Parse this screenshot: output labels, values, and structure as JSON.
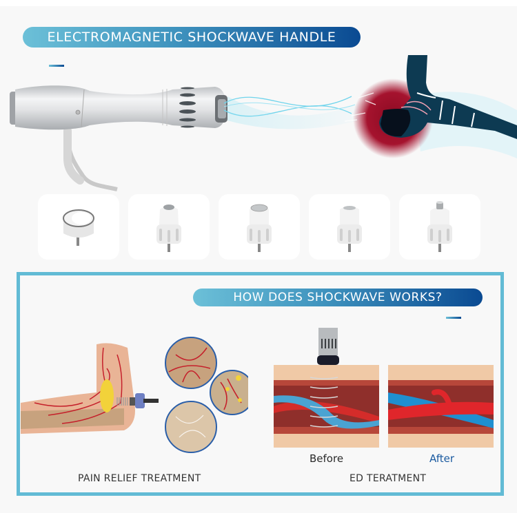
{
  "section1": {
    "title": "ELECTROMAGNETIC SHOCKWAVE HANDLE",
    "illustration": {
      "device": "shockwave-handle",
      "target": "foot-heel-pain"
    },
    "tips": [
      {
        "name": "ring-tip"
      },
      {
        "name": "focused-tip-small"
      },
      {
        "name": "flat-tip-large"
      },
      {
        "name": "flat-tip-medium"
      },
      {
        "name": "pin-tip"
      }
    ]
  },
  "section2": {
    "title": "HOW DOES SHOCKWAVE WORKS?",
    "pain_relief": {
      "caption": "PAIN RELIEF TREATMENT"
    },
    "ed": {
      "caption": "ED TERATMENT",
      "before_label": "Before",
      "after_label": "After"
    }
  },
  "colors": {
    "banner_start": "#6cc0d8",
    "banner_end": "#0a4a92",
    "frame": "#62bbd5",
    "after_label": "#1a5aa0",
    "background": "#f8f8f8"
  }
}
